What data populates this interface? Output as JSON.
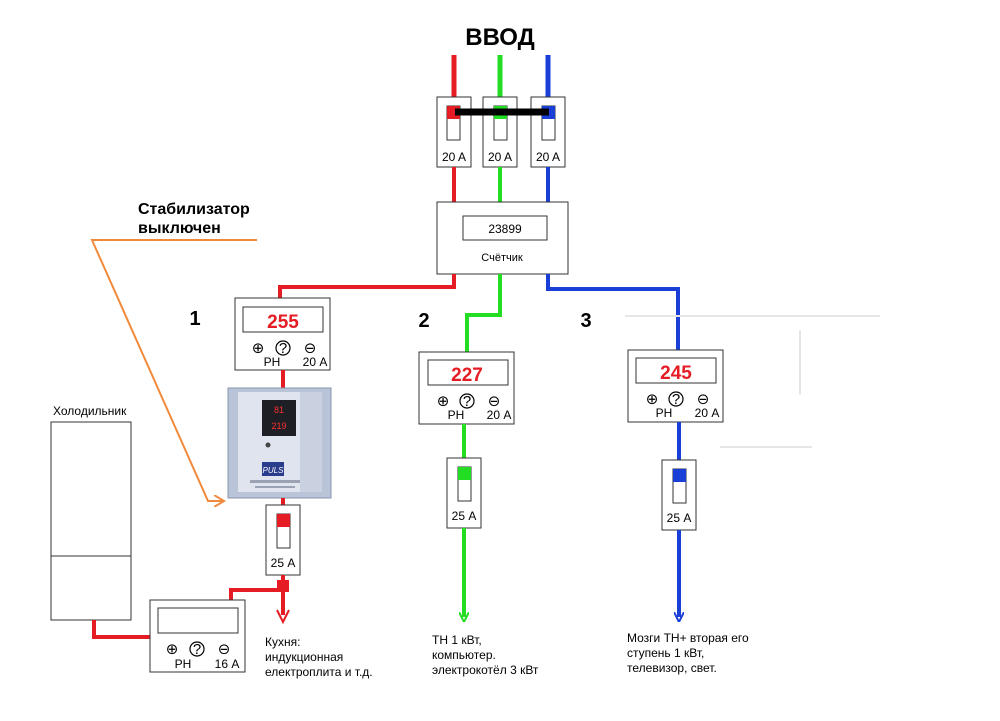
{
  "title": "ВВОД",
  "input_breakers": [
    {
      "rating": "20 A",
      "color": "#e51c23"
    },
    {
      "rating": "20 A",
      "color": "#22dd22"
    },
    {
      "rating": "20 A",
      "color": "#1a3fd6"
    }
  ],
  "meter": {
    "reading": "23899",
    "label": "Счётчик"
  },
  "stabilizer_note": {
    "line1": "Стабилизатор",
    "line2": "выключен"
  },
  "relays": [
    {
      "number": "1",
      "display": "255",
      "mode": "РН",
      "rating": "20 А"
    },
    {
      "number": "2",
      "display": "227",
      "mode": "РН",
      "rating": "20 А"
    },
    {
      "number": "3",
      "display": "245",
      "mode": "РН",
      "rating": "20 А"
    }
  ],
  "fridge_relay": {
    "display": "",
    "mode": "РН",
    "rating": "16 А"
  },
  "branch_breakers": [
    {
      "rating": "25 А",
      "color": "#e51c23"
    },
    {
      "rating": "25 А",
      "color": "#22dd22"
    },
    {
      "rating": "25 А",
      "color": "#1a3fd6"
    }
  ],
  "fridge": {
    "label": "Холодильник"
  },
  "loads": [
    {
      "lines": [
        "Кухня:",
        "индукционная",
        "електроплита и т.д."
      ]
    },
    {
      "lines": [
        "ТН 1 кВт,",
        "компьютер.",
        "электрокотёл 3 кВт"
      ]
    },
    {
      "lines": [
        "Мозги ТН+ вторая его",
        "ступень 1 кВт,",
        "телевизор, свет."
      ]
    }
  ],
  "colors": {
    "phase1": "#e51c23",
    "phase2": "#22dd22",
    "phase3": "#1a3fd6",
    "note": "#f08a3c"
  }
}
